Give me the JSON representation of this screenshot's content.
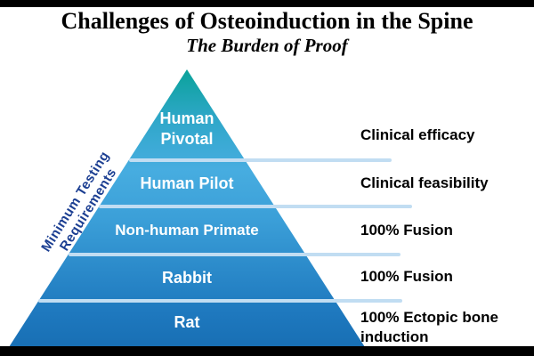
{
  "title": "Challenges of Osteoinduction in the Spine",
  "subtitle": "The Burden of Proof",
  "pyramid": {
    "axis_label": "Minimum Testing Requirements",
    "levels": [
      {
        "name": "Human Pivotal",
        "requirement": "Clinical efficacy"
      },
      {
        "name": "Human Pilot",
        "requirement": "Clinical feasibility"
      },
      {
        "name": "Non-human Primate",
        "requirement": "100% Fusion"
      },
      {
        "name": "Rabbit",
        "requirement": "100% Fusion"
      },
      {
        "name": "Rat",
        "requirement": "100% Ectopic bone induction"
      }
    ]
  },
  "colors": {
    "pyramid_top": "#0aa29a",
    "pyramid_mid": "#47ade0",
    "pyramid_bottom": "#186fb4",
    "separator": "#c1ddf2",
    "axis_text": "#1c3f92",
    "label_text": "#000000",
    "level_text": "#ffffff"
  }
}
